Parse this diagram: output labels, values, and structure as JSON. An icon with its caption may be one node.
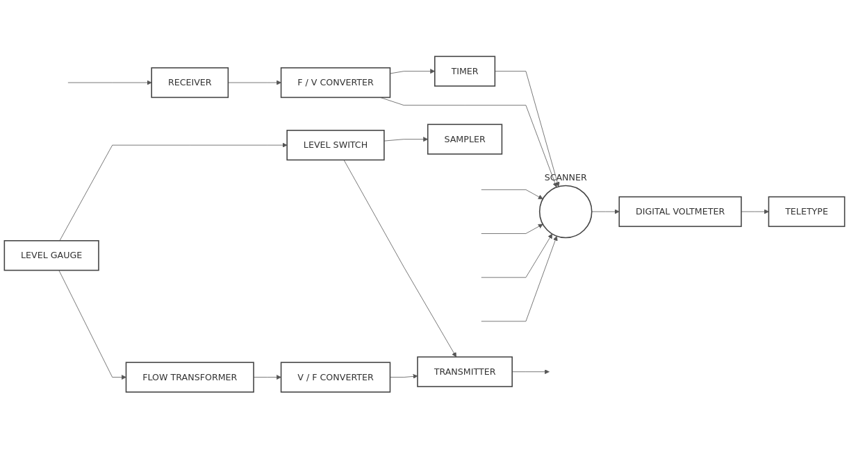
{
  "diagram": {
    "nodes": [
      {
        "text": [
          "LEVEL GAUGE"
        ]
      },
      {
        "text": [
          "FLOW TRANSFORMER"
        ]
      },
      {
        "text": [
          "V / F CONVERTER"
        ]
      },
      {
        "text": [
          "TRANSMITTER"
        ]
      },
      {
        "text": [
          "LEVEL SWITCH"
        ]
      },
      {
        "text": [
          "SAMPLER"
        ]
      },
      {
        "text": [
          "RECEIVER"
        ]
      },
      {
        "text": [
          "F / V CONVERTER"
        ]
      },
      {
        "text": [],
        "shape": "circle",
        "beside": [
          "SCANNER"
        ]
      },
      {
        "text": [
          "DIGITAL VOLTMETER"
        ]
      },
      {
        "text": [
          "TELETYPE"
        ]
      },
      {
        "text": [
          "TIMER"
        ]
      }
    ],
    "edges": [
      {
        "from": 0,
        "to": 1,
        "arrow": "to"
      },
      {
        "from": 1,
        "to": 2,
        "arrow": "to"
      },
      {
        "from": 2,
        "to": 3,
        "arrow": "to"
      },
      {
        "from": 3,
        "to": null,
        "arrow": "to"
      },
      {
        "from": 0,
        "to": 4,
        "arrow": "to"
      },
      {
        "from": 4,
        "to": 3,
        "arrow": "to"
      },
      {
        "from": 4,
        "to": 5,
        "arrow": "to"
      },
      {
        "from": null,
        "to": 6,
        "arrow": "to"
      },
      {
        "from": 6,
        "to": 7,
        "arrow": "to"
      },
      {
        "from": 7,
        "to": 8,
        "arrow": "to"
      },
      {
        "from": null,
        "to": 8,
        "arrow": "to"
      },
      {
        "from": null,
        "to": 8,
        "arrow": "to"
      },
      {
        "from": null,
        "to": 8,
        "arrow": "to"
      },
      {
        "from": null,
        "to": 8,
        "arrow": "to"
      },
      {
        "from": 7,
        "to": 11,
        "arrow": "to"
      },
      {
        "from": 11,
        "to": 8,
        "arrow": "to"
      },
      {
        "from": 8,
        "to": 9,
        "arrow": "to"
      },
      {
        "from": 9,
        "to": 10,
        "arrow": "to"
      }
    ]
  }
}
